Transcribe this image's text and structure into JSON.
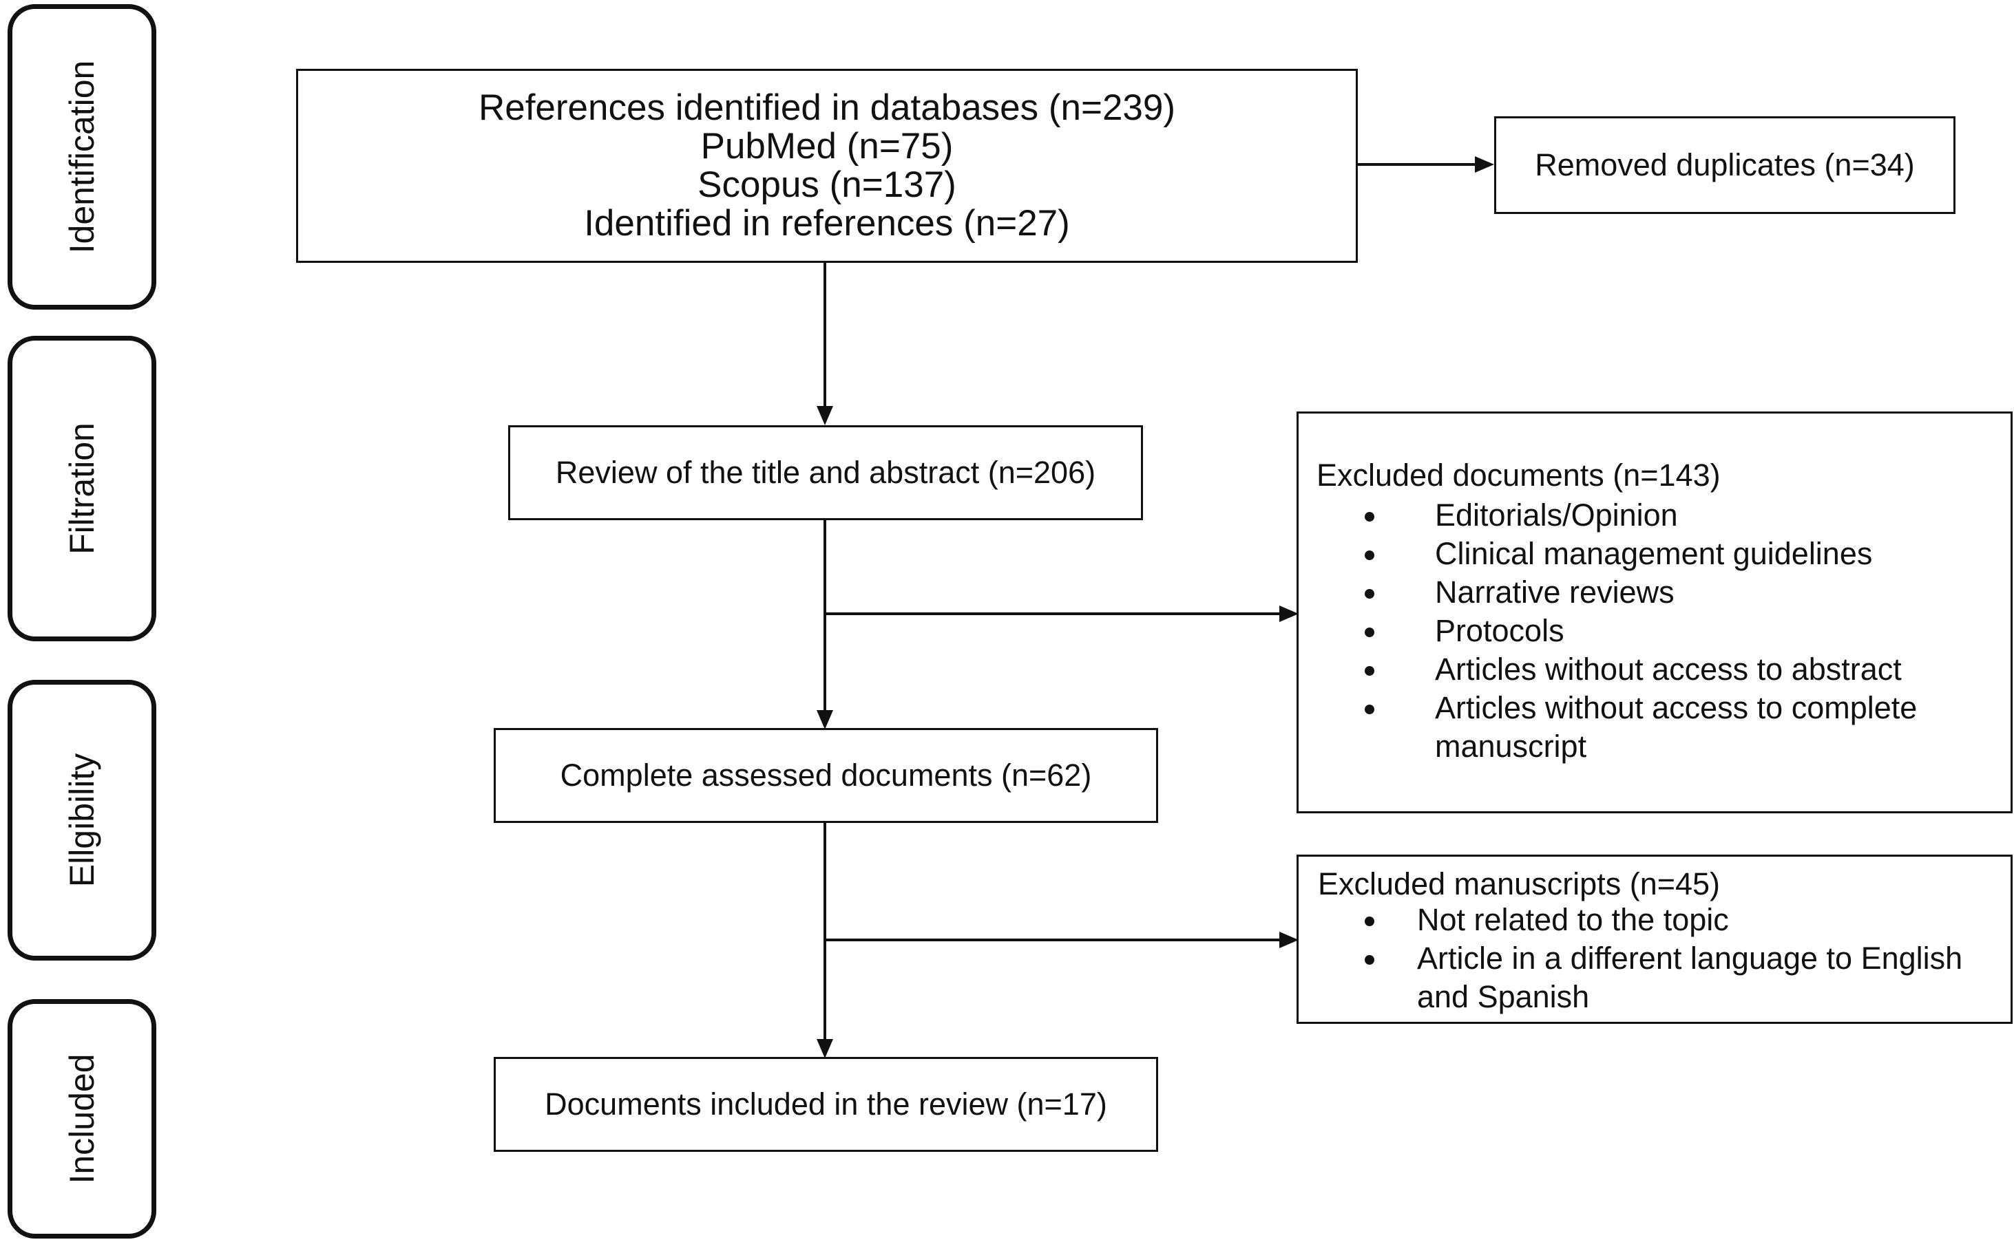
{
  "phases": {
    "identification": "Identification",
    "filtration": "Filtration",
    "eligibility": "Ellgibility",
    "included": "Included"
  },
  "identification_box": {
    "line1": "References identified in databases (n=239)",
    "line2": "PubMed (n=75)",
    "line3": "Scopus (n=137)",
    "line4": "Identified in references (n=27)"
  },
  "duplicates_box": {
    "text": "Removed duplicates (n=34)"
  },
  "screening_box": {
    "text": "Review of the title and abstract (n=206)"
  },
  "excluded_documents": {
    "title": "Excluded documents (n=143)",
    "items": [
      "Editorials/Opinion",
      "Clinical management guidelines",
      "Narrative reviews",
      "Protocols",
      "Articles without access to abstract",
      "Articles without access to complete",
      "manuscript"
    ]
  },
  "assessed_box": {
    "text": "Complete assessed documents (n=62)"
  },
  "excluded_manuscripts": {
    "title": "Excluded manuscripts (n=45)",
    "items": [
      "Not related to the topic",
      "Article in a different language to English",
      "and Spanish"
    ]
  },
  "included_box": {
    "text": "Documents included in the review (n=17)"
  }
}
